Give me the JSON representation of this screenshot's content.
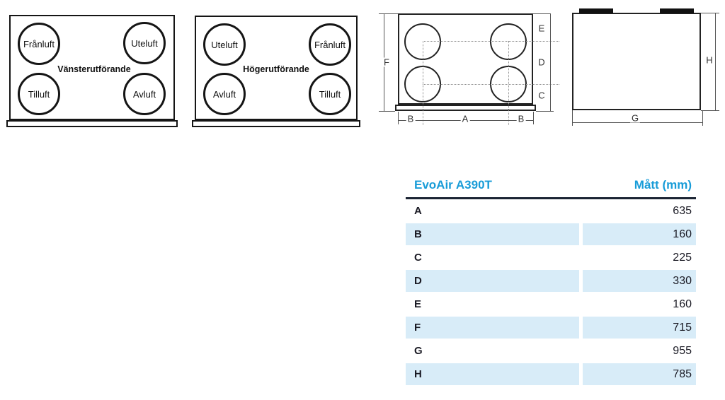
{
  "diagram_left": {
    "title": "Vänsterutförande",
    "ports": {
      "top_left": "Frånluft",
      "top_right": "Uteluft",
      "bottom_left": "Tilluft",
      "bottom_right": "Avluft"
    }
  },
  "diagram_right": {
    "title": "Högerutförande",
    "ports": {
      "top_left": "Uteluft",
      "top_right": "Frånluft",
      "bottom_left": "Avluft",
      "bottom_right": "Tilluft"
    }
  },
  "front_view": {
    "dim_labels": {
      "f": "F",
      "e": "E",
      "d": "D",
      "c": "C",
      "b_left": "B",
      "a": "A",
      "b_right": "B"
    }
  },
  "side_view": {
    "dim_labels": {
      "g": "G",
      "h": "H"
    }
  },
  "table": {
    "model_header": "EvoAir A390T",
    "dim_header": "Mått (mm)",
    "rows": [
      {
        "label": "A",
        "value": "635"
      },
      {
        "label": "B",
        "value": "160"
      },
      {
        "label": "C",
        "value": "225"
      },
      {
        "label": "D",
        "value": "330"
      },
      {
        "label": "E",
        "value": "160"
      },
      {
        "label": "F",
        "value": "715"
      },
      {
        "label": "G",
        "value": "955"
      },
      {
        "label": "H",
        "value": "785"
      }
    ],
    "colors": {
      "accent": "#189cd8",
      "stripe": "#d8ecf8",
      "rule": "#1b2433"
    }
  }
}
